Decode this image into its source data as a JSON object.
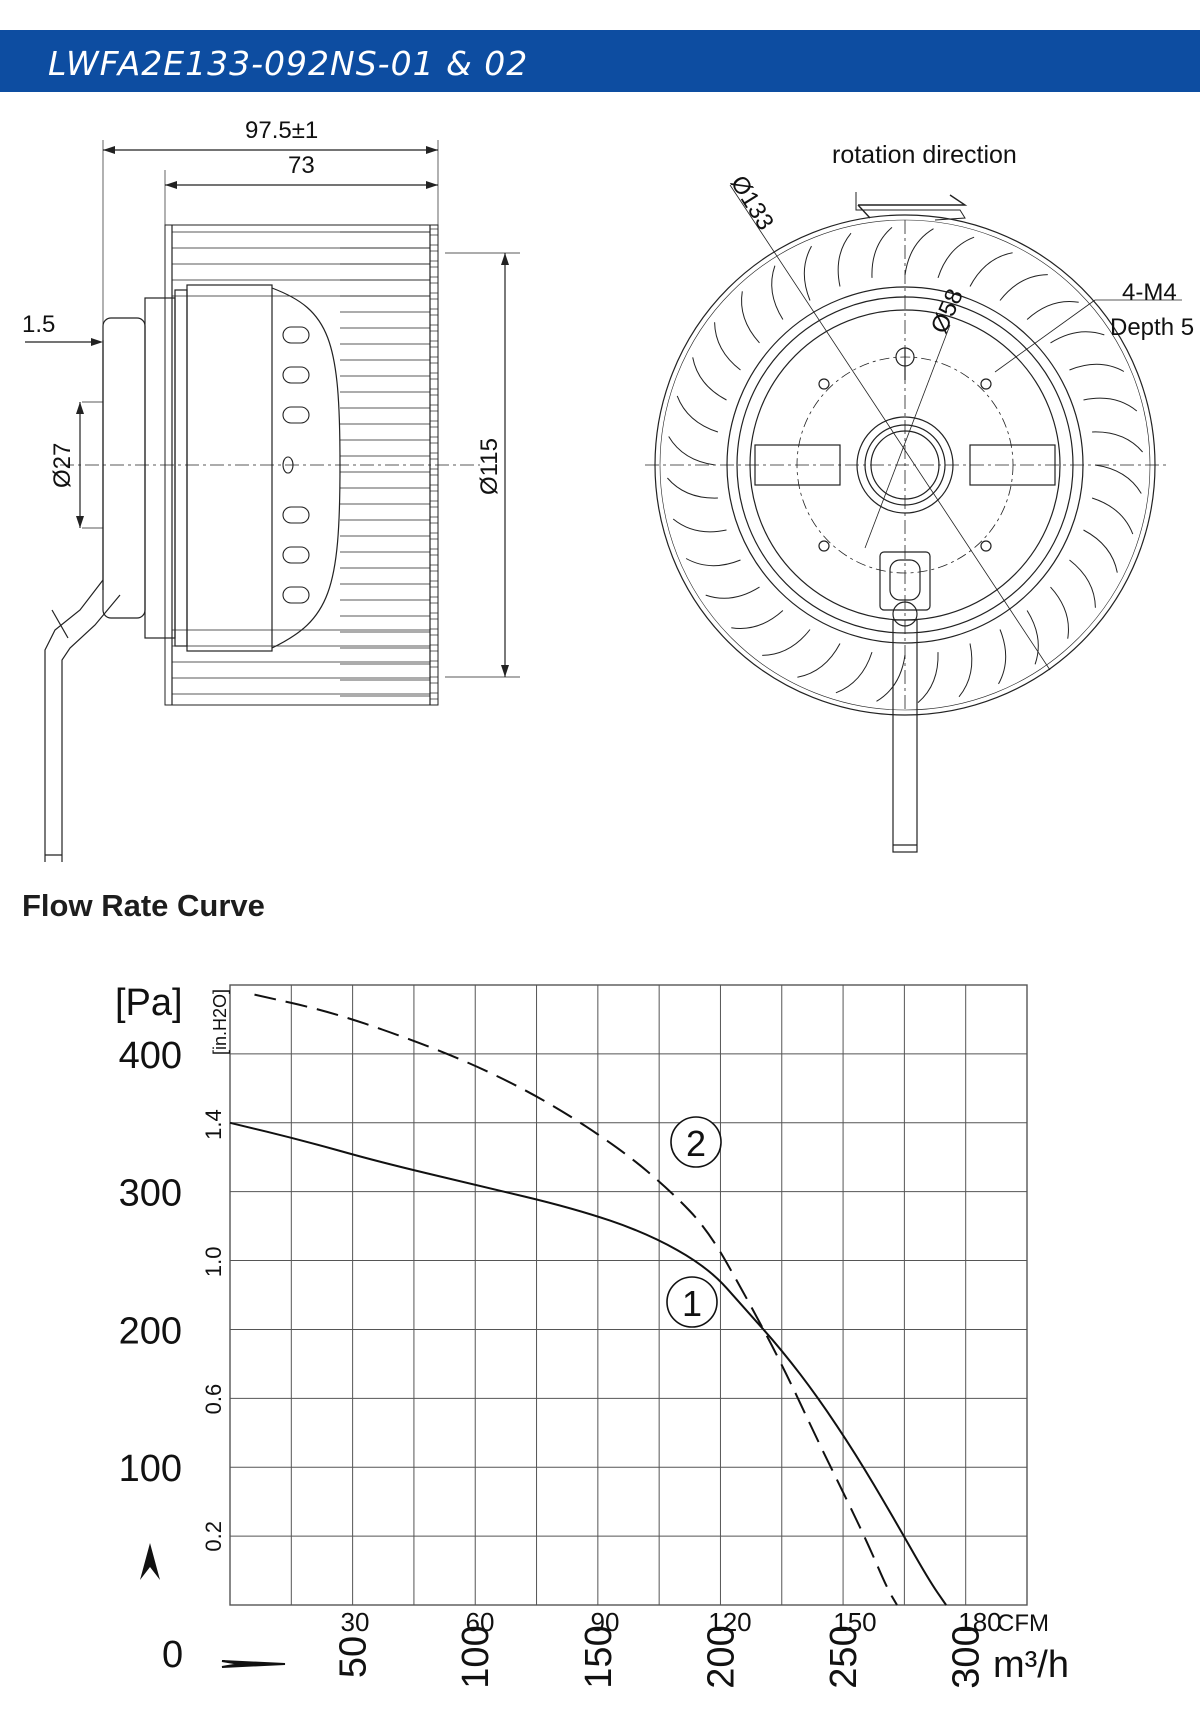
{
  "header": {
    "title": "LWFA2E133-092NS-01 & 02"
  },
  "drawing": {
    "side_view": {
      "dim_overall": "97.5±1",
      "dim_width": "73",
      "dim_shaft": "1.5",
      "dim_hub": "Ø27",
      "dim_diameter": "Ø115"
    },
    "front_view": {
      "rotation_label": "rotation direction",
      "dim_outer": "Ø133",
      "dim_bolt_circle": "Ø58",
      "thread_label": "4-M4",
      "depth_label": "Depth 5"
    }
  },
  "section": {
    "title": "Flow Rate Curve"
  },
  "chart_data": {
    "type": "line",
    "y_unit_primary": "[Pa]",
    "y_unit_secondary": "[in.H2O]",
    "x_unit_primary": "m³/h",
    "x_unit_secondary": "CFM",
    "xlim": [
      0,
      325
    ],
    "ylim": [
      0,
      450
    ],
    "y_ticks": [
      0,
      100,
      200,
      300,
      400
    ],
    "y_ticks_secondary": [
      0.2,
      0.6,
      1.0,
      1.4
    ],
    "x_ticks": [
      50,
      100,
      150,
      200,
      250,
      300
    ],
    "x_ticks_secondary": [
      30,
      60,
      90,
      120,
      150,
      180
    ],
    "grid": true,
    "series": [
      {
        "name": "①",
        "line_style": "solid",
        "x": [
          0,
          30,
          60,
          100,
          140,
          170,
          195,
          210,
          225,
          240,
          255,
          270,
          285,
          292
        ],
        "y": [
          350,
          337,
          322,
          305,
          288,
          270,
          245,
          215,
          185,
          150,
          110,
          65,
          18,
          0
        ]
      },
      {
        "name": "②",
        "line_style": "dashed",
        "x": [
          10,
          40,
          70,
          100,
          130,
          160,
          180,
          195,
          210,
          225,
          240,
          250,
          260,
          268,
          272
        ],
        "y": [
          443,
          431,
          413,
          392,
          365,
          330,
          300,
          272,
          225,
          175,
          118,
          82,
          45,
          12,
          0
        ]
      }
    ]
  }
}
